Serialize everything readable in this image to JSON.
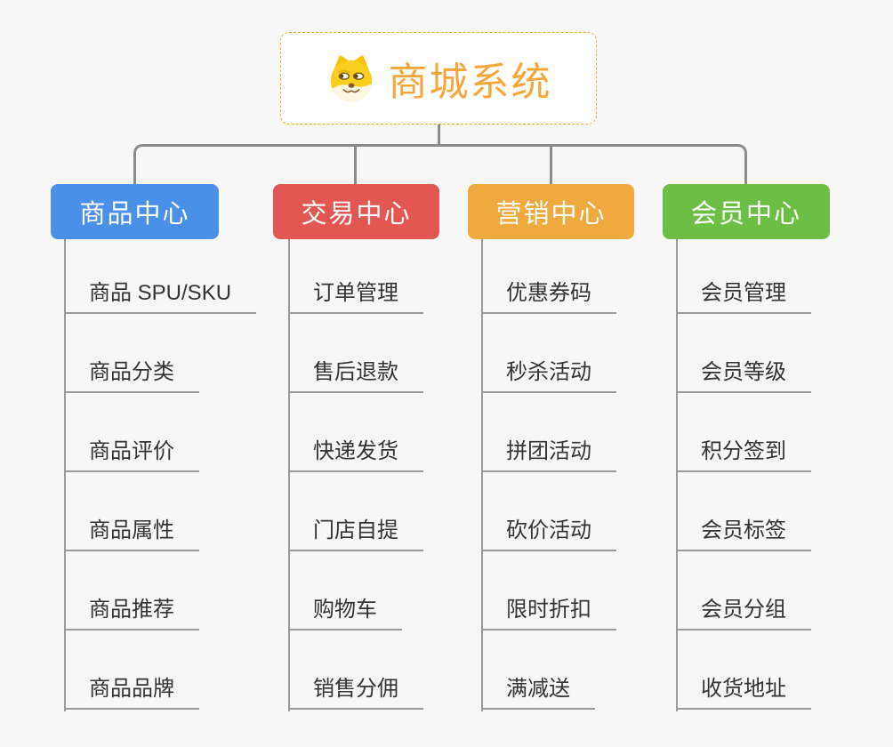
{
  "root": {
    "title": "商城系统",
    "title_color": "#f6a73c",
    "border_color": "#f2ab3e",
    "icon": "dog-face-icon"
  },
  "branches": [
    {
      "label": "商品中心",
      "color": "#4a90e8",
      "children": [
        "商品 SPU/SKU",
        "商品分类",
        "商品评价",
        "商品属性",
        "商品推荐",
        "商品品牌"
      ]
    },
    {
      "label": "交易中心",
      "color": "#e35753",
      "children": [
        "订单管理",
        "售后退款",
        "快递发货",
        "门店自提",
        "购物车",
        "销售分佣"
      ]
    },
    {
      "label": "营销中心",
      "color": "#eea93f",
      "children": [
        "优惠券码",
        "秒杀活动",
        "拼团活动",
        "砍价活动",
        "限时折扣",
        "满减送"
      ]
    },
    {
      "label": "会员中心",
      "color": "#6dbe45",
      "children": [
        "会员管理",
        "会员等级",
        "积分签到",
        "会员标签",
        "会员分组",
        "收货地址"
      ]
    }
  ],
  "colors": {
    "connector": "#8c8c8c",
    "subline": "#9a9a9a",
    "leaf_text": "#333333",
    "background": "#f7f7f7"
  }
}
